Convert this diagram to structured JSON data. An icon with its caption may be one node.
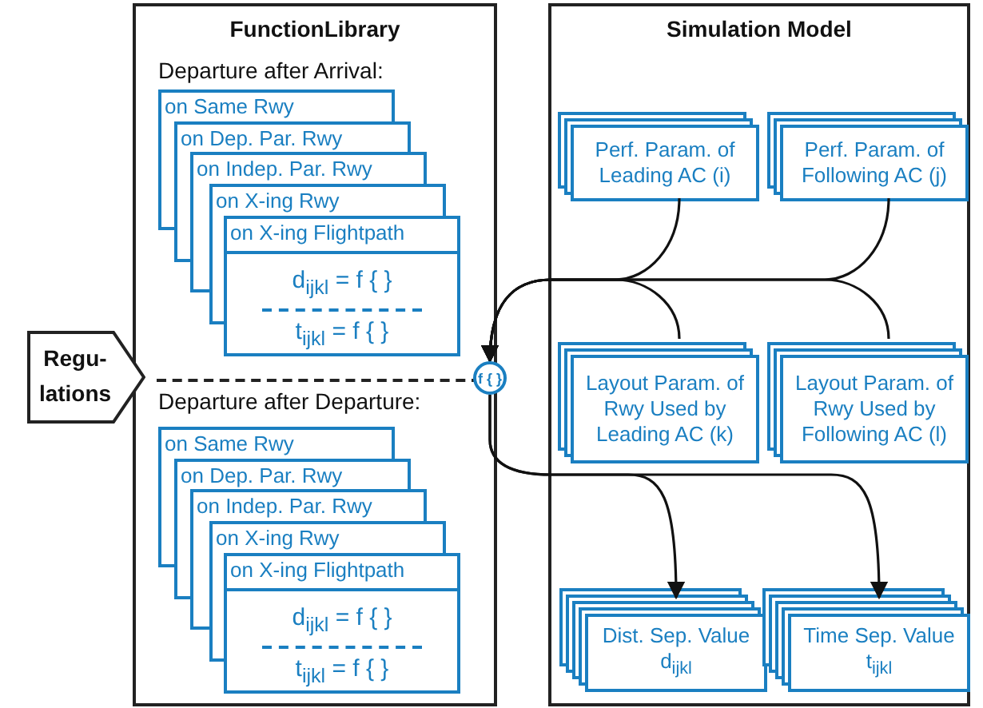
{
  "diagram": {
    "nodes": [
      {
        "text": [
          "FunctionLibrary"
        ]
      },
      {
        "text": [
          "on Same Rwy"
        ],
        "in": 0
      },
      {
        "text": [
          "on Dep. Par. Rwy"
        ],
        "in": 0
      },
      {
        "text": [
          "on Indep. Par. Rwy"
        ],
        "in": 0
      },
      {
        "text": [
          "on X-ing Rwy"
        ],
        "in": 0
      },
      {
        "text": [
          "on X-ing Flightpath",
          "d$_{ijkl}$ = f { }",
          "t$_{ijkl}$ = f { }"
        ],
        "in": 0
      },
      {
        "text": [
          "on Same Rwy"
        ],
        "in": 0
      },
      {
        "text": [
          "on Dep. Par. Rwy"
        ],
        "in": 0
      },
      {
        "text": [
          "on Indep. Par. Rwy"
        ],
        "in": 0
      },
      {
        "text": [
          "on X-ing Rwy"
        ],
        "in": 0
      },
      {
        "text": [
          "on X-ing Flightpath",
          "d$_{ijkl}$ = f { }",
          "t$_{ijkl}$ = f { }"
        ],
        "in": 0
      },
      {
        "text": [
          "Regu- lations"
        ]
      },
      {
        "text": [
          "f { }"
        ]
      },
      {
        "text": [
          "Simulation Model"
        ]
      },
      {
        "text": [
          "Perf. Param. of Leading AC (i)"
        ],
        "in": 13
      },
      {
        "text": [
          "Perf. Param. of Following AC (j)"
        ],
        "in": 13
      },
      {
        "text": [
          "Layout Param. of Rwy Used by Leading AC (k)"
        ],
        "in": 13
      },
      {
        "text": [
          "Layout Param. of Rwy Used by Following AC (l)"
        ],
        "in": 13
      },
      {
        "text": [
          "Dist. Sep. Value d$_{ijkl}$"
        ],
        "in": 13
      },
      {
        "text": [
          "Time Sep. Value t$_{ijkl}$"
        ],
        "in": 13
      }
    ],
    "edges": [
      {
        "from": 14,
        "to": 12,
        "arrow": "to"
      },
      {
        "from": 15,
        "to": 12,
        "arrow": "to"
      },
      {
        "from": 16,
        "to": 12,
        "arrow": "to"
      },
      {
        "from": 17,
        "to": 12,
        "arrow": "to"
      },
      {
        "from": 12,
        "to": 18,
        "arrow": "to"
      },
      {
        "from": 12,
        "to": 19,
        "arrow": "to"
      }
    ],
    "labels": [
      "Departure after Arrival:",
      "Departure after Departure:"
    ]
  }
}
